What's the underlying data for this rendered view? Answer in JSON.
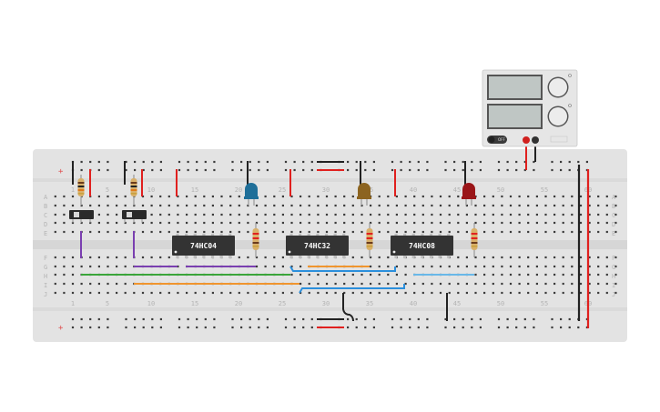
{
  "breadboard": {
    "column_numbers": [
      "1",
      "5",
      "10",
      "15",
      "20",
      "25",
      "30",
      "35",
      "40",
      "45",
      "50",
      "55",
      "60"
    ],
    "row_letters_top": [
      "A",
      "B",
      "C",
      "D",
      "E"
    ],
    "row_letters_bottom": [
      "F",
      "G",
      "H",
      "I",
      "J"
    ],
    "rail_sign": "+"
  },
  "chips": [
    {
      "label": "74HC04"
    },
    {
      "label": "74HC32"
    },
    {
      "label": "74HC08"
    }
  ],
  "leds": [
    {
      "color": "#1f6f99"
    },
    {
      "color": "#8c6420"
    },
    {
      "color": "#9a1518"
    }
  ],
  "power_supply": {
    "switch_label": "OFF"
  },
  "colors": {
    "board": "#e3e3e3",
    "hole": "#3a3a3a",
    "wire_red": "#e0201e",
    "wire_black": "#222222",
    "wire_purple": "#7a3fb0",
    "wire_green": "#3aa53a",
    "wire_orange": "#f0952e",
    "wire_blue": "#2b8fdc",
    "wire_lightblue": "#69b8e8",
    "wire_brown": "#a06a2a"
  }
}
